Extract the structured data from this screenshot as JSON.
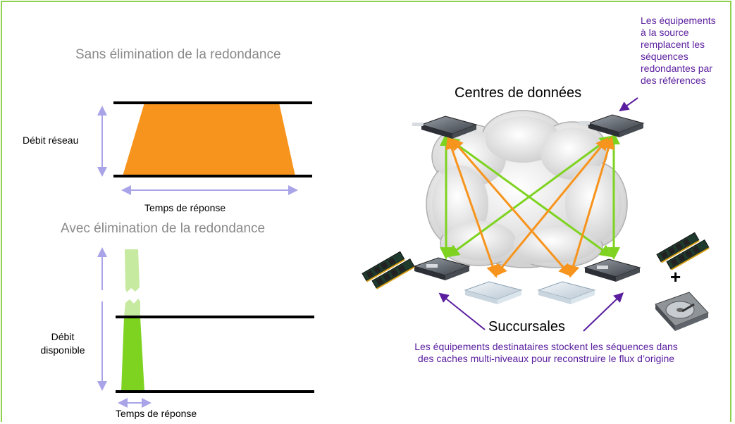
{
  "left_panel": {
    "top_section": {
      "title": "Sans élimination de la redondance",
      "y_label": "Débit réseau",
      "x_label": "Temps de réponse"
    },
    "bottom_section": {
      "title": "Avec élimination de la redondance",
      "y_label": "Débit\ndisponible",
      "x_label": "Temps de réponse"
    }
  },
  "right_panel": {
    "datacenter_label": "Centres de données",
    "branches_label": "Succursales",
    "plus_sign": "+",
    "source_note": "Les équipements\nà la source\nremplacent les\nséquences\nredondantes par\ndes références",
    "destination_note": "Les équipements destinataires stockent les séquences dans\ndes caches multi-niveaux pour reconstruire le flux d’origine"
  },
  "colors": {
    "frame": "#8fd14f",
    "orange": "#f7941d",
    "green": "#7ed321",
    "light_green": "#c6ea9f",
    "lavender": "#a9a4e8",
    "purple": "#5a1e9e"
  }
}
